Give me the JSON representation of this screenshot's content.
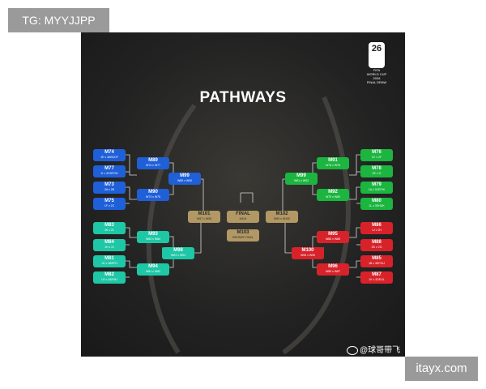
{
  "watermark_top_left": "TG: MYYJJPP",
  "watermark_bottom_right": "itayx.com",
  "poster": {
    "title": "PATHWAYS",
    "logo": {
      "number": "26",
      "line1": "FIFA",
      "line2": "WORLD CUP",
      "line3": "2026",
      "line4": "FINAL DRAW"
    },
    "source": "@球哥带飞"
  },
  "matches": {
    "m74": {
      "code": "M74",
      "sub": "1E v 3ABCDF"
    },
    "m77": {
      "code": "M77",
      "sub": "1I v 3CDFGH"
    },
    "m73": {
      "code": "M73",
      "sub": "2A v 2B"
    },
    "m75": {
      "code": "M75",
      "sub": "1F v 2C"
    },
    "m89": {
      "code": "M89",
      "sub": "W74 v W77"
    },
    "m90": {
      "code": "M90",
      "sub": "W73 v W75"
    },
    "m99b": {
      "code": "M99",
      "sub": "W89 v W90"
    },
    "m83": {
      "code": "M83",
      "sub": "2K v 2L"
    },
    "m84": {
      "code": "M84",
      "sub": "1H v 2J"
    },
    "m81": {
      "code": "M81",
      "sub": "1D v 3BEFIJ"
    },
    "m82": {
      "code": "M82",
      "sub": "1G v 3AEHIJ"
    },
    "m93": {
      "code": "M93",
      "sub": "W83 v W84"
    },
    "m94": {
      "code": "M94",
      "sub": "W81 v W82"
    },
    "m98": {
      "code": "M98",
      "sub": "W93 v W94"
    },
    "m101": {
      "code": "M101",
      "sub": "W97 v W98"
    },
    "final": {
      "code": "FINAL",
      "sub": "M104"
    },
    "m103": {
      "code": "M103",
      "sub": "BRONZE FINAL"
    },
    "m102": {
      "code": "M102",
      "sub": "W99 v W100"
    },
    "m76": {
      "code": "M76",
      "sub": "1C v 2F"
    },
    "m78": {
      "code": "M78",
      "sub": "2E v 2I"
    },
    "m79": {
      "code": "M79",
      "sub": "1A v 3CEFHI"
    },
    "m80": {
      "code": "M80",
      "sub": "1L v 3EHIJK"
    },
    "m91": {
      "code": "M91",
      "sub": "W76 v W78"
    },
    "m92": {
      "code": "M92",
      "sub": "W79 v W80"
    },
    "m99": {
      "code": "M99",
      "sub": "W91 v W92"
    },
    "m86": {
      "code": "M86",
      "sub": "1J v 2H"
    },
    "m88": {
      "code": "M88",
      "sub": "2D v 2G"
    },
    "m85": {
      "code": "M85",
      "sub": "1B v 3EFGIJ"
    },
    "m87": {
      "code": "M87",
      "sub": "1K v 3DEIJL"
    },
    "m95": {
      "code": "M95",
      "sub": "W86 v W88"
    },
    "m96": {
      "code": "M96",
      "sub": "W85 v W87"
    },
    "m100": {
      "code": "M100",
      "sub": "W95 v W96"
    }
  },
  "colors": {
    "blue": "#1f5fd8",
    "green": "#1bb53f",
    "teal": "#1ec7a6",
    "red": "#d8222a",
    "gold": "#b19864",
    "background": "#222222"
  }
}
